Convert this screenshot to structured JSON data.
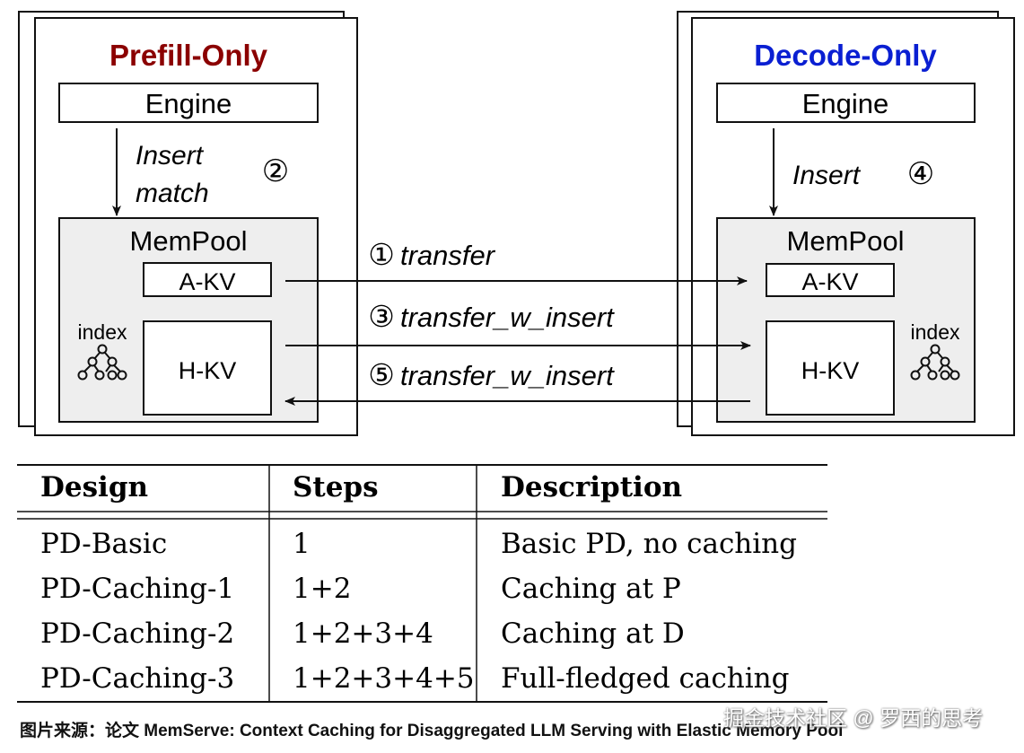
{
  "diagram": {
    "prefill_node": {
      "title": "Prefill-Only",
      "title_color": "#8b0000",
      "engine_label": "Engine",
      "step_label_line1": "Insert",
      "step_label_line2": "match",
      "step_marker": "②",
      "mempool_label": "MemPool",
      "akv_label": "A-KV",
      "hkv_label": "H-KV",
      "index_label": "index",
      "index_icon": "tree-icon"
    },
    "decode_node": {
      "title": "Decode-Only",
      "title_color": "#0a1fd2",
      "engine_label": "Engine",
      "step_label": "Insert",
      "step_marker": "④",
      "mempool_label": "MemPool",
      "akv_label": "A-KV",
      "hkv_label": "H-KV",
      "index_label": "index",
      "index_icon": "tree-icon"
    },
    "transfers": [
      {
        "marker": "①",
        "label": "transfer",
        "direction": "prefill-to-decode"
      },
      {
        "marker": "③",
        "label": "transfer_w_insert",
        "direction": "prefill-to-decode"
      },
      {
        "marker": "⑤",
        "label": "transfer_w_insert",
        "direction": "decode-to-prefill"
      }
    ],
    "mempool_fill": "#eeeeee"
  },
  "table": {
    "headers": [
      "Design",
      "Steps",
      "Description"
    ],
    "rows": [
      [
        "PD-Basic",
        "1",
        "Basic PD, no caching"
      ],
      [
        "PD-Caching-1",
        "1+2",
        "Caching at P"
      ],
      [
        "PD-Caching-2",
        "1+2+3+4",
        "Caching at D"
      ],
      [
        "PD-Caching-3",
        "1+2+3+4+5",
        "Full-fledged caching"
      ]
    ]
  },
  "caption": "图片来源：论文 MemServe: Context Caching for Disaggregated LLM Serving with Elastic Memory Pool",
  "watermark": "掘金技术社区 @ 罗西的思考"
}
